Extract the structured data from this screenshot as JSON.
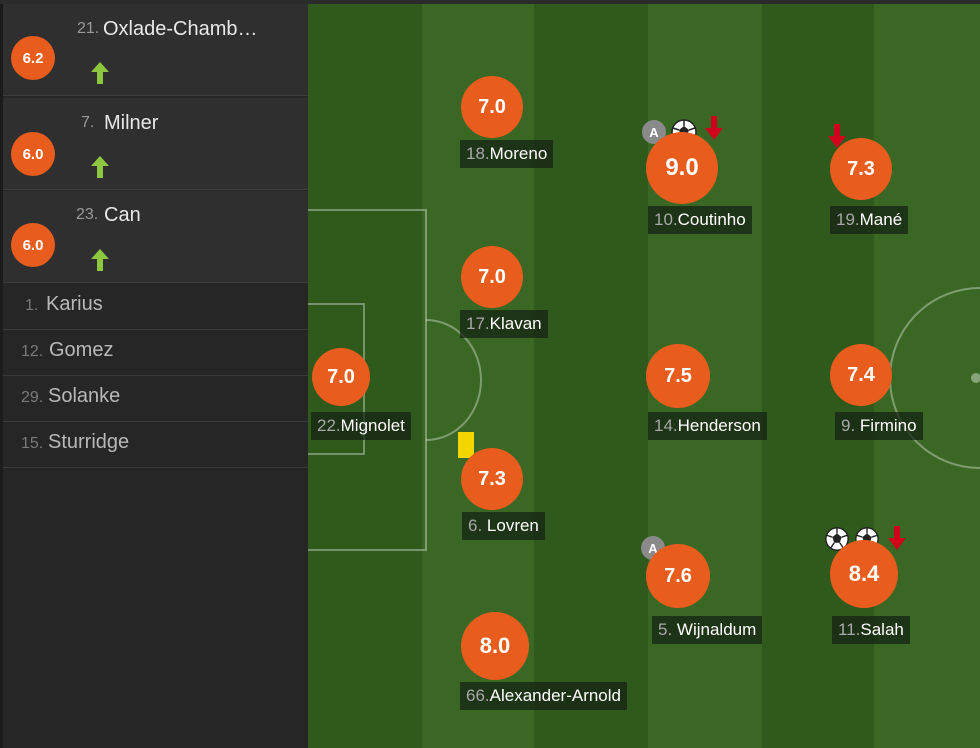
{
  "substitutes": [
    {
      "rating": "6.2",
      "number": "21.",
      "name": "Oxlade-Chamb…",
      "arrow": "sub-on-arrow-icon"
    },
    {
      "rating": "6.0",
      "number": "7.",
      "name": "Milner",
      "arrow": "sub-on-arrow-icon"
    },
    {
      "rating": "6.0",
      "number": "23.",
      "name": "Can",
      "arrow": "sub-on-arrow-icon"
    }
  ],
  "bench": [
    {
      "number": "1.",
      "name": "Karius"
    },
    {
      "number": "12.",
      "name": "Gomez"
    },
    {
      "number": "29.",
      "name": "Solanke"
    },
    {
      "number": "15.",
      "name": "Sturridge"
    }
  ],
  "players": {
    "moreno": {
      "rating": "7.0",
      "number": "18.",
      "name": "Moreno"
    },
    "klavan": {
      "rating": "7.0",
      "number": "17.",
      "name": "Klavan"
    },
    "mignolet": {
      "rating": "7.0",
      "number": "22.",
      "name": "Mignolet"
    },
    "lovren": {
      "rating": "7.3",
      "number": "6. ",
      "name": "Lovren"
    },
    "alexander_arnold": {
      "rating": "8.0",
      "number": "66.",
      "name": "Alexander-Arnold"
    },
    "coutinho": {
      "rating": "9.0",
      "number": "10.",
      "name": "Coutinho"
    },
    "henderson": {
      "rating": "7.5",
      "number": "14.",
      "name": "Henderson"
    },
    "wijnaldum": {
      "rating": "7.6",
      "number": "5. ",
      "name": "Wijnaldum"
    },
    "mane": {
      "rating": "7.3",
      "number": "19.",
      "name": "Mané"
    },
    "firmino": {
      "rating": "7.4",
      "number": "9. ",
      "name": "Firmino"
    },
    "salah": {
      "rating": "8.4",
      "number": "11.",
      "name": "Salah"
    }
  },
  "badges": {
    "assist_letter": "A"
  },
  "colors": {
    "rating": "#e85c1e",
    "sub_on": "#8dc63f",
    "sub_off": "#d0021b",
    "yellow_card": "#f2d600",
    "pitch_light": "#3c6a25",
    "pitch_dark": "#305a1d"
  }
}
